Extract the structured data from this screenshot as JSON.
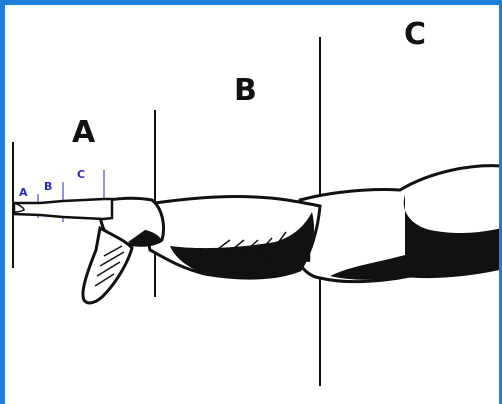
{
  "regions": {
    "large": [
      "A",
      "B",
      "C"
    ],
    "small": [
      "A",
      "B",
      "C"
    ]
  },
  "colors": {
    "border": "#1e7fd6",
    "ink": "#111111",
    "small_label": "#2a2ab8"
  }
}
